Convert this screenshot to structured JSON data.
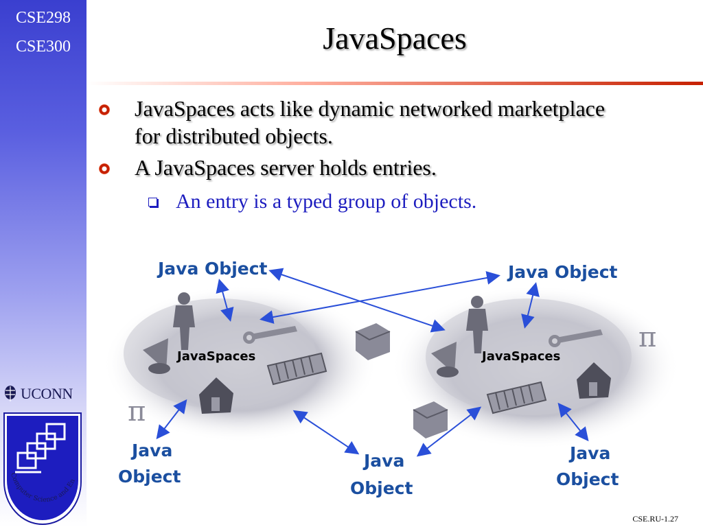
{
  "sidebar": {
    "course_codes": [
      "CSE298",
      "CSE300"
    ],
    "university": "UCONN",
    "department": "Computer Science and Engineering"
  },
  "slide": {
    "title": "JavaSpaces",
    "bullets": [
      "JavaSpaces acts like dynamic networked marketplace for distributed objects.",
      "A JavaSpaces server holds entries."
    ],
    "sub_bullets": [
      "An entry is a typed group of objects."
    ]
  },
  "diagram": {
    "labels": {
      "java_object": "Java Object",
      "java_word": "Java",
      "object_word": "Object",
      "javaspaces": "JavaSpaces",
      "pi": "π"
    }
  },
  "footer": {
    "slide_id": "CSE.RU-1.27"
  },
  "colors": {
    "sidebar_top": "#3a3fcf",
    "accent_red": "#c62000",
    "sub_bullet_blue": "#1d1dbf",
    "diagram_label_blue": "#1b4fa0",
    "arrow_blue": "#2a4fd8"
  }
}
